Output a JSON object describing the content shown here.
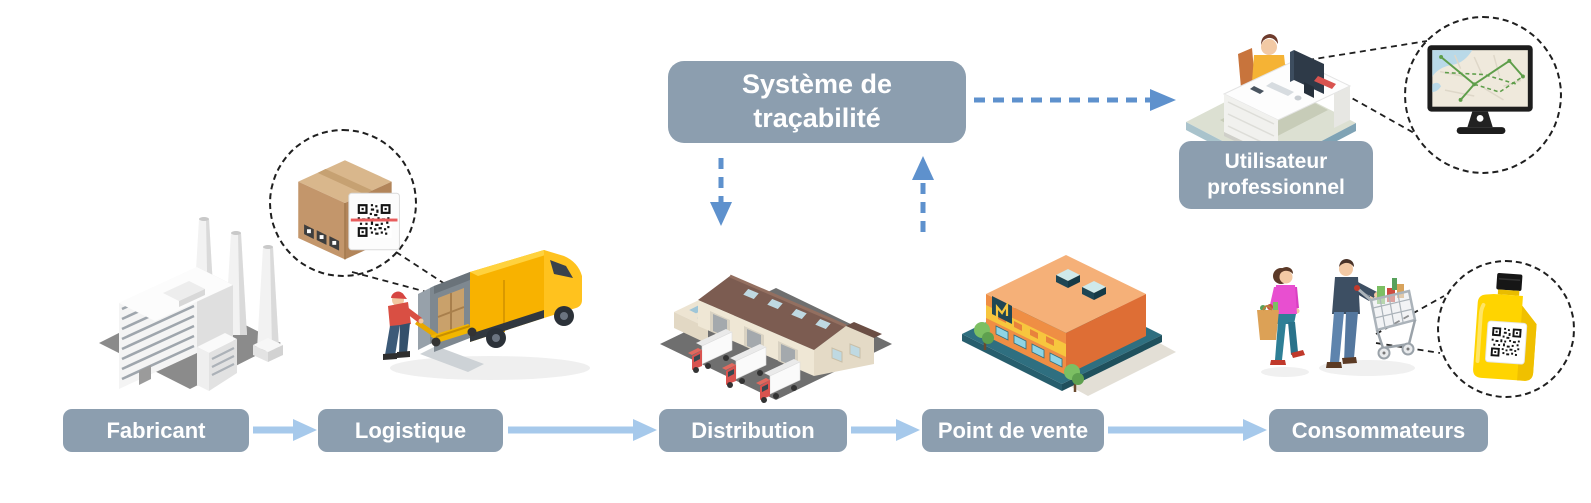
{
  "colors": {
    "box_fill": "#8C9EAF",
    "box_text": "#FFFFFF",
    "flow_arrow": "#A6C9EB",
    "dashed_arrow": "#5E91CD",
    "zoom_outline": "#1F1F1F",
    "canvas_bg": "#FFFFFF"
  },
  "system_box": {
    "label": "Système de traçabilité"
  },
  "professional_user_box": {
    "label": "Utilisateur professionnel"
  },
  "stages": [
    {
      "label": "Fabricant"
    },
    {
      "label": "Logistique"
    },
    {
      "label": "Distribution"
    },
    {
      "label": "Point de vente"
    },
    {
      "label": "Consommateurs"
    }
  ],
  "icons": {
    "factory": "factory-icon",
    "logistics": "delivery-van-icon",
    "distribution": "warehouse-icon",
    "point_of_sale": "retail-store-icon",
    "consumers": "shoppers-icon",
    "professional_user": "analyst-desk-icon",
    "zoom_package": "package-qr-code-icon",
    "zoom_monitor": "map-monitor-icon",
    "zoom_bottle": "bottle-qr-code-icon"
  }
}
